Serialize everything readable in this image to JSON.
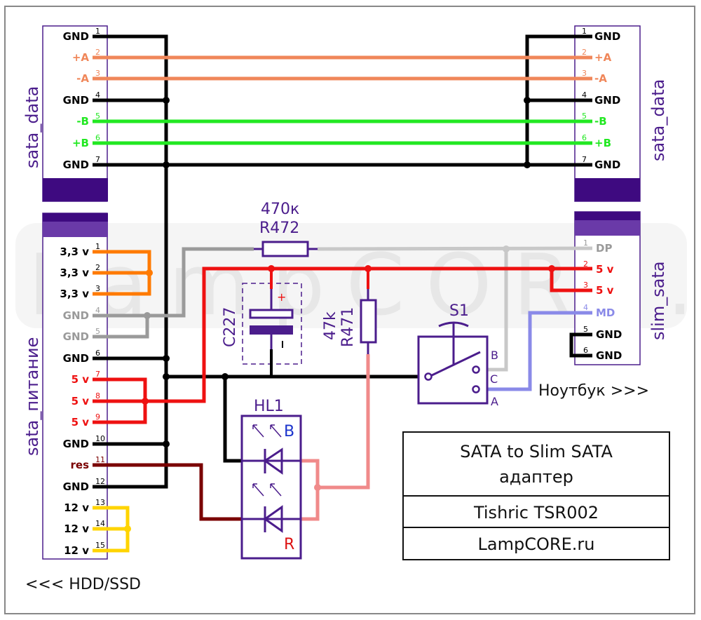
{
  "colors": {
    "black": "#000000",
    "orange_sata": "#f0875a",
    "green": "#22e822",
    "orange_33": "#ff7a00",
    "gray": "#9a9a9a",
    "red": "#ee1111",
    "darkred": "#7a0000",
    "yellow": "#ffd400",
    "purple": "#4b1d8c",
    "pink": "#f08a8a",
    "lavender": "#8a8ae8"
  },
  "left_data": {
    "title": "sata_data",
    "pins": [
      {
        "num": "1",
        "label": "GND",
        "color": "black"
      },
      {
        "num": "2",
        "label": "+A",
        "color": "orange_sata"
      },
      {
        "num": "3",
        "label": "-A",
        "color": "orange_sata"
      },
      {
        "num": "4",
        "label": "GND",
        "color": "black"
      },
      {
        "num": "5",
        "label": "-B",
        "color": "green"
      },
      {
        "num": "6",
        "label": "+B",
        "color": "green"
      },
      {
        "num": "7",
        "label": "GND",
        "color": "black"
      }
    ]
  },
  "right_data": {
    "title": "sata_data",
    "pins": [
      {
        "num": "1",
        "label": "GND",
        "color": "black"
      },
      {
        "num": "2",
        "label": "+A",
        "color": "orange_sata"
      },
      {
        "num": "3",
        "label": "-A",
        "color": "orange_sata"
      },
      {
        "num": "4",
        "label": "GND",
        "color": "black"
      },
      {
        "num": "5",
        "label": "-B",
        "color": "green"
      },
      {
        "num": "6",
        "label": "+B",
        "color": "green"
      },
      {
        "num": "7",
        "label": "GND",
        "color": "black"
      }
    ]
  },
  "left_power": {
    "title": "sata_питание",
    "pins": [
      {
        "num": "1",
        "label": "3,3 v",
        "color": "black"
      },
      {
        "num": "2",
        "label": "3,3 v",
        "color": "black"
      },
      {
        "num": "3",
        "label": "3,3 v",
        "color": "black"
      },
      {
        "num": "4",
        "label": "GND",
        "color": "gray"
      },
      {
        "num": "5",
        "label": "GND",
        "color": "gray"
      },
      {
        "num": "6",
        "label": "GND",
        "color": "black"
      },
      {
        "num": "7",
        "label": "5 v",
        "color": "red"
      },
      {
        "num": "8",
        "label": "5 v",
        "color": "red"
      },
      {
        "num": "9",
        "label": "5 v",
        "color": "red"
      },
      {
        "num": "10",
        "label": "GND",
        "color": "black"
      },
      {
        "num": "11",
        "label": "res",
        "color": "darkred"
      },
      {
        "num": "12",
        "label": "GND",
        "color": "black"
      },
      {
        "num": "13",
        "label": "12 v",
        "color": "black"
      },
      {
        "num": "14",
        "label": "12 v",
        "color": "black"
      },
      {
        "num": "15",
        "label": "12 v",
        "color": "black"
      }
    ]
  },
  "right_slim": {
    "title": "slim_sata",
    "pins": [
      {
        "num": "1",
        "label": "DP",
        "color": "gray"
      },
      {
        "num": "2",
        "label": "5 v",
        "color": "red"
      },
      {
        "num": "3",
        "label": "5 v",
        "color": "red"
      },
      {
        "num": "4",
        "label": "MD",
        "color": "lavender"
      },
      {
        "num": "5",
        "label": "GND",
        "color": "black"
      },
      {
        "num": "6",
        "label": "GND",
        "color": "black"
      }
    ]
  },
  "components": {
    "r472": {
      "value": "470к",
      "ref": "R472"
    },
    "r471": {
      "value": "47k",
      "ref": "R471"
    },
    "c227": {
      "ref": "C227",
      "plus": "+",
      "minus": "ı"
    },
    "s1": {
      "ref": "S1",
      "pins": [
        "B",
        "C",
        "A"
      ]
    },
    "hl1": {
      "ref": "HL1",
      "blue": "B",
      "red": "R"
    }
  },
  "labels": {
    "hdd": "<<< HDD/SSD",
    "laptop": "Ноутбук >>>",
    "watermark": "LampCORE.ru"
  },
  "title_block": {
    "line1": "SATA to Slim SATA",
    "line2": "адаптер",
    "author": "Tishric TSR002",
    "site": "LampCORE.ru"
  }
}
